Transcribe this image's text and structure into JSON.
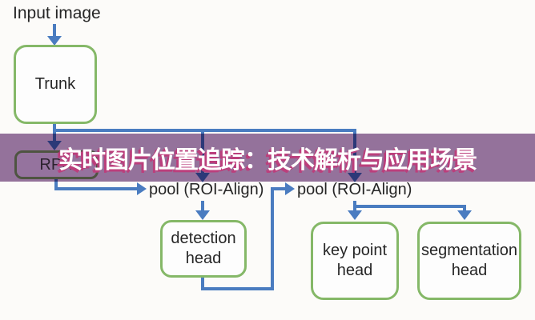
{
  "banner": {
    "title": "实时图片位置追踪：技术解析与应用场景"
  },
  "diagram": {
    "input_label": "Input image",
    "nodes": {
      "trunk": {
        "label": "Trunk"
      },
      "rpn": {
        "label": "RPN"
      },
      "detection_head": {
        "label": "detection head"
      },
      "keypoint_head": {
        "label": "key point head"
      },
      "segmentation_head": {
        "label": "segmentation head"
      }
    },
    "pool_labels": {
      "pool1": "pool (ROI-Align)",
      "pool2": "pool (ROI-Align)"
    }
  },
  "colors": {
    "box_border": "#85b868",
    "connector": "#4a7cc0",
    "text": "#262626",
    "banner_bg": "#96749f",
    "banner_text": "#ffffff",
    "banner_shadow": "#bb3f7c",
    "page_bg": "#fcfbf9"
  }
}
